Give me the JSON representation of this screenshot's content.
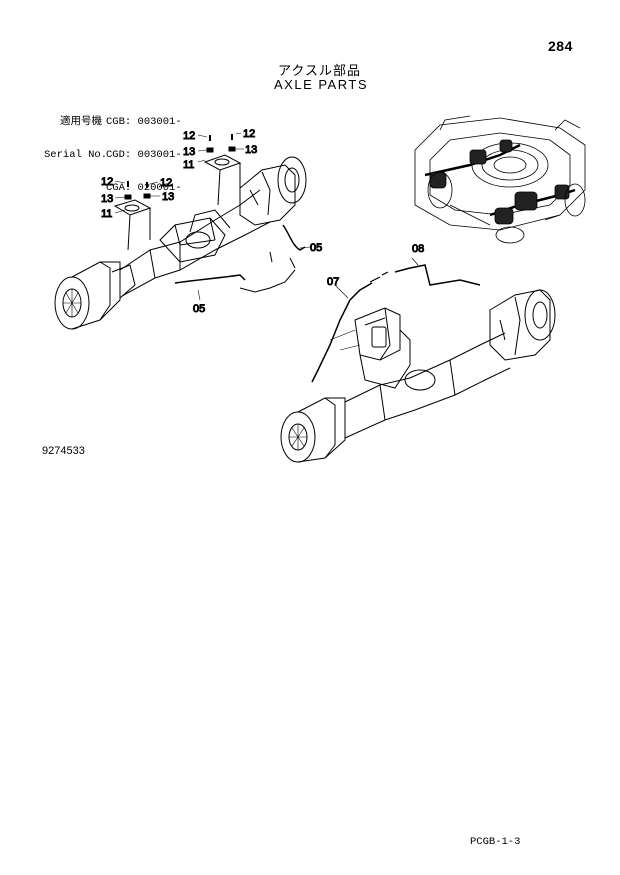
{
  "page_number": "284",
  "title_ja": "アクスル部品",
  "title_en": "AXLE PARTS",
  "serial_rows": [
    {
      "label": "適用号機",
      "model": "CGB:",
      "serial": "003001-"
    },
    {
      "label": "Serial No.",
      "model": "CGD:",
      "serial": "003001-"
    },
    {
      "label": "",
      "model": "CGA:",
      "serial": "020001-"
    }
  ],
  "callouts": {
    "c12a": "12",
    "c12b": "12",
    "c13a": "13",
    "c13b": "13",
    "c11a": "11",
    "c12c": "12",
    "c12d": "12",
    "c13c": "13",
    "c13d": "13",
    "c11b": "11",
    "c05a": "05",
    "c05b": "05",
    "c07": "07",
    "c08": "08"
  },
  "illustration_id": "9274533",
  "footer_code": "PCGB-1-3"
}
